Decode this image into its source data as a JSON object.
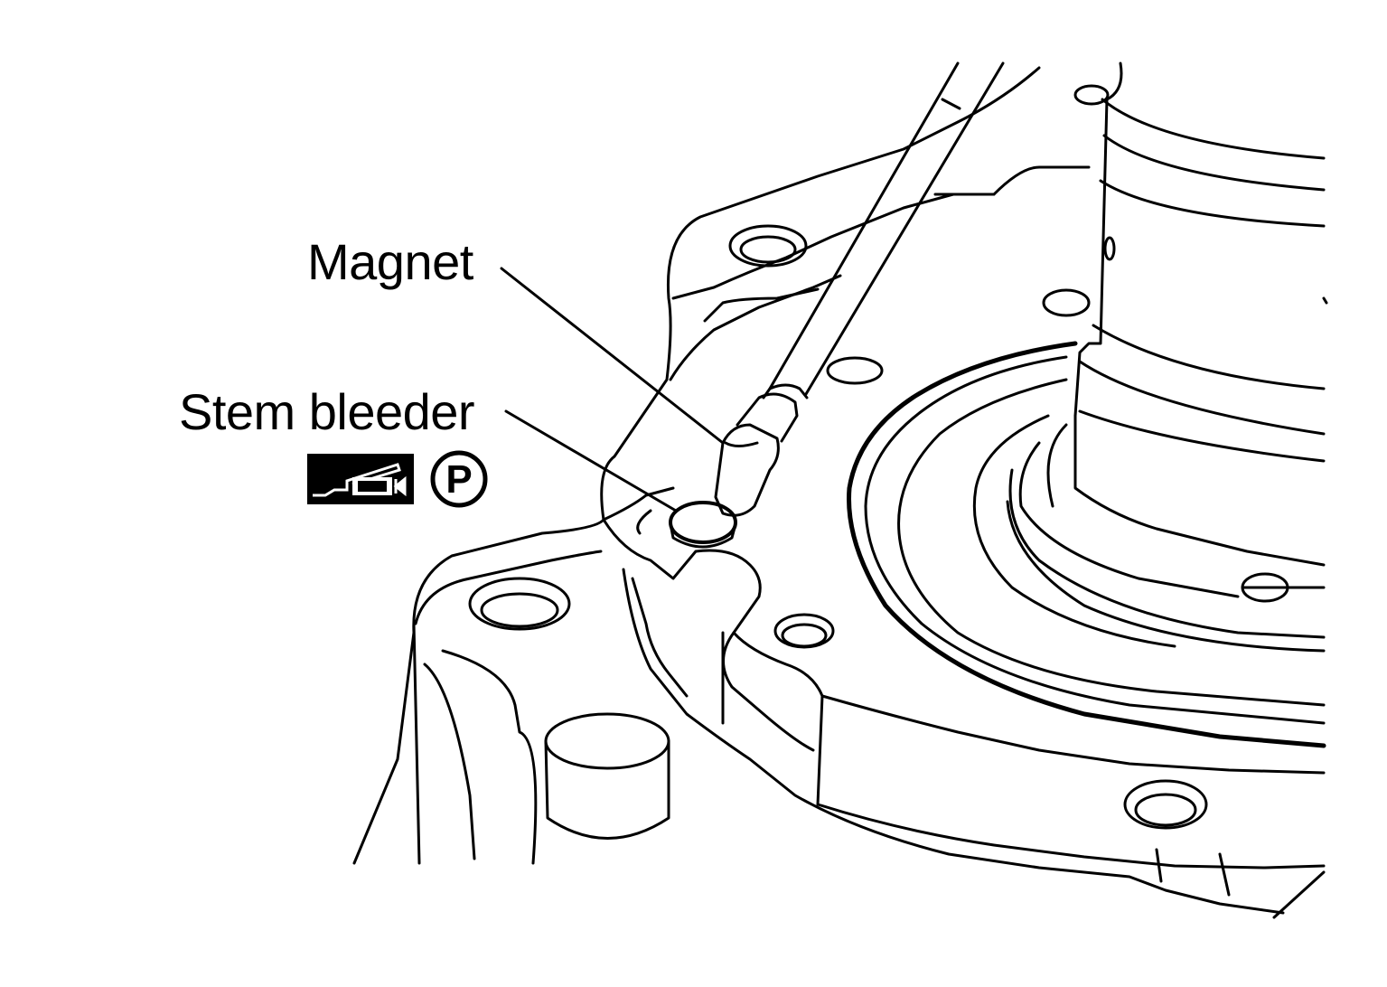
{
  "colors": {
    "ink": "#000000",
    "paper": "#ffffff"
  },
  "labels": {
    "magnet": "Magnet",
    "stem_bleeder": "Stem bleeder"
  },
  "symbols": {
    "sealant_icon": "sealant-applicator-icon",
    "p_icon": "circled-p-icon",
    "p_letter": "P"
  }
}
